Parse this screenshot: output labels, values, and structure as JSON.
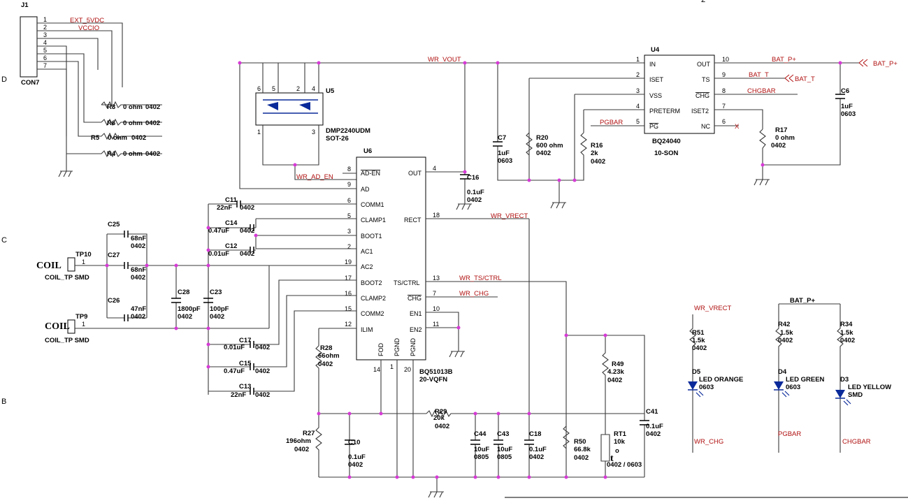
{
  "border": {
    "d": "D",
    "c": "C",
    "b": "B",
    "top_2": "2"
  },
  "j1": {
    "ref": "J1",
    "part": "CON7",
    "pins": [
      "1",
      "2",
      "3",
      "4",
      "5",
      "6",
      "7"
    ]
  },
  "nets": {
    "ext5v": "EXT_5VDC",
    "vccio": "VCCIO",
    "wr_vout": "WR_VOUT",
    "wr_ad_en": "WR_AD_EN",
    "wr_vrect": "WR_VRECT",
    "wr_ts_ctrl": "WR_TS/CTRL",
    "wr_chg": "WR_CHG",
    "bat_p": "BAT_P+",
    "bat_t": "BAT_T",
    "chgbar": "CHGBAR",
    "pgbar": "PGBAR"
  },
  "resistors_j": [
    {
      "ref": "R3",
      "val": "0 ohm",
      "pkg": "0402"
    },
    {
      "ref": "R6",
      "val": "0 ohm",
      "pkg": "0402"
    },
    {
      "ref": "R5",
      "val": "0 ohm",
      "pkg": "0402"
    },
    {
      "ref": "R4",
      "val": "0 ohm",
      "pkg": "0402"
    }
  ],
  "u5": {
    "ref": "U5",
    "part": "DMP2240UDM",
    "pkg": "SOT-26",
    "pins": [
      "6",
      "5",
      "2",
      "4",
      "1",
      "3"
    ]
  },
  "u6": {
    "ref": "U6",
    "part": "BQ51013B",
    "pkg": "20-VQFN",
    "left": [
      {
        "num": "8",
        "name": "AD-EN"
      },
      {
        "num": "9",
        "name": "AD"
      },
      {
        "num": "6",
        "name": "COMM1"
      },
      {
        "num": "5",
        "name": "CLAMP1"
      },
      {
        "num": "3",
        "name": "BOOT1"
      },
      {
        "num": "2",
        "name": "AC1"
      },
      {
        "num": "19",
        "name": "AC2"
      },
      {
        "num": "17",
        "name": "BOOT2"
      },
      {
        "num": "16",
        "name": "CLAMP2"
      },
      {
        "num": "15",
        "name": "COMM2"
      },
      {
        "num": "12",
        "name": "ILIM"
      }
    ],
    "right": [
      {
        "num": "4",
        "name": "OUT"
      },
      {
        "num": "18",
        "name": "RECT"
      },
      {
        "num": "13",
        "name": "TS/CTRL"
      },
      {
        "num": "7",
        "name": "CHG"
      },
      {
        "num": "10",
        "name": "EN1"
      },
      {
        "num": "11",
        "name": "EN2"
      }
    ],
    "bottom": [
      {
        "num": "14",
        "name": "FOD"
      },
      {
        "num": "1",
        "name": "PGND"
      },
      {
        "num": "20",
        "name": "PGND"
      }
    ]
  },
  "u4": {
    "ref": "U4",
    "part": "BQ24040",
    "pkg": "10-SON",
    "left": [
      {
        "num": "1",
        "name": "IN"
      },
      {
        "num": "2",
        "name": "ISET"
      },
      {
        "num": "3",
        "name": "VSS"
      },
      {
        "num": "4",
        "name": "PRETERM"
      },
      {
        "num": "5",
        "name": "PG"
      }
    ],
    "right": [
      {
        "num": "10",
        "name": "OUT"
      },
      {
        "num": "9",
        "name": "TS"
      },
      {
        "num": "8",
        "name": "CHG"
      },
      {
        "num": "7",
        "name": "ISET2"
      },
      {
        "num": "6",
        "name": "NC"
      }
    ]
  },
  "caps": {
    "c11": {
      "ref": "C11",
      "val": "22nF",
      "pkg": "0402"
    },
    "c14": {
      "ref": "C14",
      "val": "0.47uF",
      "pkg": "0402"
    },
    "c12": {
      "ref": "C12",
      "val": "0.01uF",
      "pkg": "0402"
    },
    "c17": {
      "ref": "C17",
      "val": "0.01uF",
      "pkg": "0402"
    },
    "c15": {
      "ref": "C15",
      "val": "0.47uF",
      "pkg": "0402"
    },
    "c13": {
      "ref": "C13",
      "val": "22nF",
      "pkg": "0402"
    },
    "c25": {
      "ref": "C25",
      "val": "68nF",
      "pkg": "0402"
    },
    "c27": {
      "ref": "C27",
      "val": "68nF",
      "pkg": "0402"
    },
    "c26": {
      "ref": "C26",
      "val": "47nF",
      "pkg": "0402"
    },
    "c28": {
      "ref": "C28",
      "val": "1800pF",
      "pkg": "0402"
    },
    "c23": {
      "ref": "C23",
      "val": "100pF",
      "pkg": "0402"
    },
    "c16": {
      "ref": "C16",
      "val": "0.1uF",
      "pkg": "0402"
    },
    "c7": {
      "ref": "C7",
      "val": "1uF",
      "pkg": "0603"
    },
    "c6": {
      "ref": "C6",
      "val": "1uF",
      "pkg": "0603"
    },
    "c10": {
      "ref": "C10",
      "val": "0.1uF",
      "pkg": "0402"
    },
    "c44": {
      "ref": "C44",
      "val": "10uF",
      "pkg": "0805"
    },
    "c43": {
      "ref": "C43",
      "val": "10uF",
      "pkg": "0805"
    },
    "c18": {
      "ref": "C18",
      "val": "0.1uF",
      "pkg": "0402"
    },
    "c41": {
      "ref": "C41",
      "val": "0.1uF",
      "pkg": "0402"
    }
  },
  "res": {
    "r20": {
      "ref": "R20",
      "val": "600 ohm",
      "pkg": "0402"
    },
    "r16": {
      "ref": "R16",
      "val": "2k",
      "pkg": "0402"
    },
    "r17": {
      "ref": "R17",
      "val": "0 ohm",
      "pkg": "0402"
    },
    "r28": {
      "ref": "R28",
      "val": "66ohm",
      "pkg": "0402"
    },
    "r27": {
      "ref": "R27",
      "val": "196ohm",
      "pkg": "0402"
    },
    "r29": {
      "ref": "R29",
      "val": "20k",
      "pkg": "0402"
    },
    "r49": {
      "ref": "R49",
      "val": "4.23k",
      "pkg": "0402"
    },
    "r50": {
      "ref": "R50",
      "val": "66.8k",
      "pkg": "0402"
    },
    "r51": {
      "ref": "R51",
      "val": "1.5k",
      "pkg": "0402"
    },
    "r42": {
      "ref": "R42",
      "val": "1.5k",
      "pkg": "0402"
    },
    "r34": {
      "ref": "R34",
      "val": "1.5k",
      "pkg": "0402"
    }
  },
  "rt1": {
    "ref": "RT1",
    "val": "10k",
    "pkg": "0402 / 0603",
    "sym": "t",
    "deg": "o"
  },
  "tp10": {
    "ref": "TP10",
    "name": "COIL",
    "part": "COIL_TP SMD",
    "pin": "1"
  },
  "tp9": {
    "ref": "TP9",
    "name": "COIL",
    "part": "COIL_TP SMD",
    "pin": "1"
  },
  "leds": [
    {
      "ref": "D5",
      "name": "LED ORANGE",
      "pkg": "0603"
    },
    {
      "ref": "D4",
      "name": "LED GREEN",
      "pkg": "0603"
    },
    {
      "ref": "D3",
      "name": "LED YELLOW",
      "pkg": "SMD"
    }
  ],
  "nc_mark": "X"
}
